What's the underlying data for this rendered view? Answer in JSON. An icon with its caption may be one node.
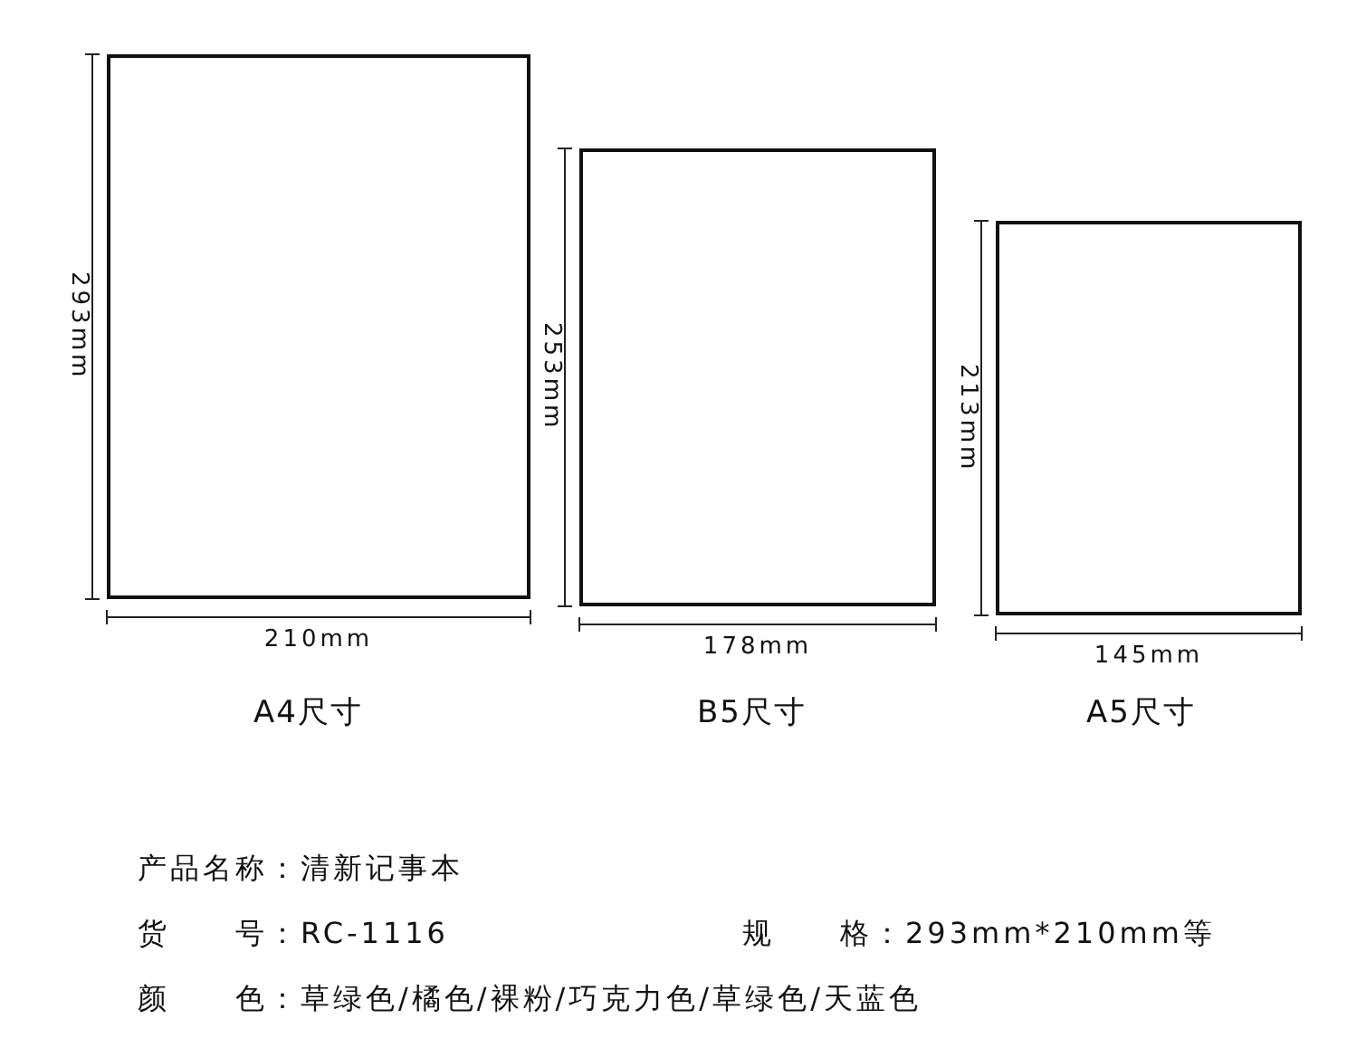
{
  "diagram": {
    "nodes": [
      {
        "text": [],
        "shape": "box",
        "beside": [
          "A4尺寸"
        ]
      },
      {
        "text": [],
        "shape": "box",
        "beside": [
          "B5尺寸"
        ]
      },
      {
        "text": [],
        "shape": "box",
        "beside": [
          "A5尺寸"
        ]
      }
    ],
    "edges": [],
    "labels": [
      "293mm",
      "210mm",
      "253mm",
      "178mm",
      "213mm",
      "145mm",
      "产品名称：清新记事本",
      "货　　号：RC-1116",
      "规　　格：293mm*210mm等",
      "颜　　色：草绿色/橘色/裸粉/巧克力色/草绿色/天蓝色"
    ]
  }
}
